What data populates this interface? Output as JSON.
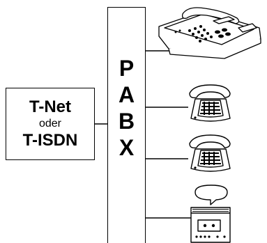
{
  "network_box": {
    "line1": "T-Net",
    "line2": "oder",
    "line3": "T-ISDN"
  },
  "pabx": {
    "letters": [
      "P",
      "A",
      "B",
      "X"
    ]
  },
  "devices": [
    {
      "icon": "fax-machine-icon"
    },
    {
      "icon": "telephone-icon"
    },
    {
      "icon": "telephone-icon"
    },
    {
      "icon": "answering-machine-icon"
    }
  ]
}
